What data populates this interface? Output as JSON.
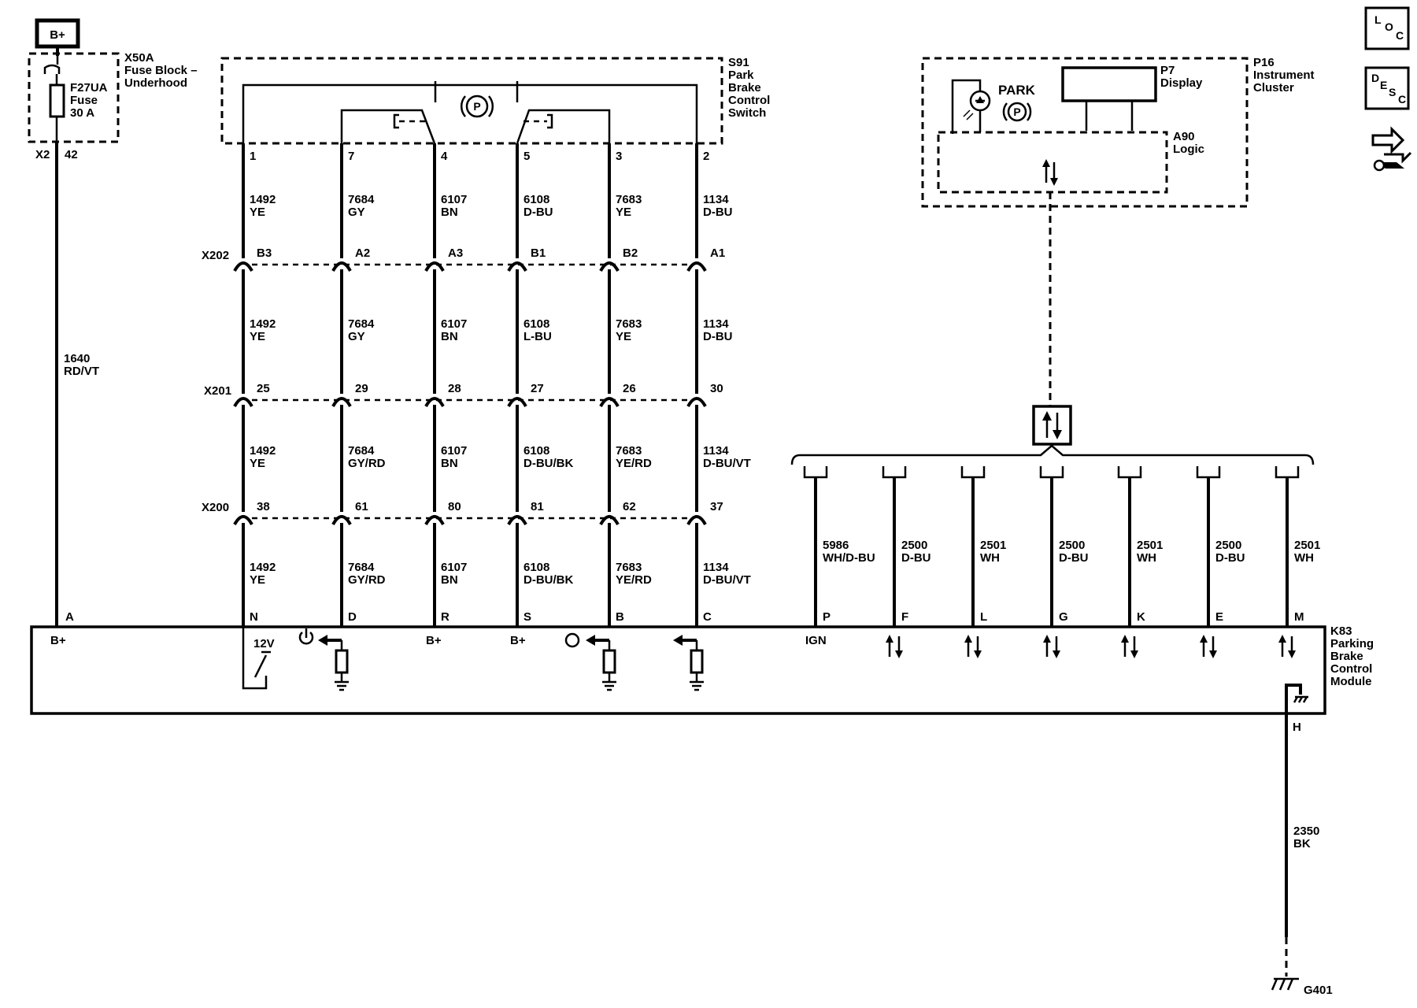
{
  "bplus_box": "B+",
  "fuse_block": {
    "lines": [
      "X50A",
      "Fuse Block –",
      "Underhood"
    ],
    "fuse_lines": [
      "F27UA",
      "Fuse",
      "30 A"
    ],
    "connector": "X2",
    "pin": "42",
    "wire": [
      "1640",
      "RD/VT"
    ]
  },
  "switch": {
    "lines": [
      "S91",
      "Park",
      "Brake",
      "Control",
      "Switch"
    ],
    "symbol": "P",
    "circuits": [
      {
        "pin": "1",
        "seg": [
          [
            "1492",
            "YE"
          ],
          [
            "1492",
            "YE"
          ],
          [
            "1492",
            "YE"
          ],
          [
            "1492",
            "YE"
          ]
        ],
        "x202": "B3",
        "x201": "25",
        "x200": "38",
        "module_pin": "N"
      },
      {
        "pin": "7",
        "seg": [
          [
            "7684",
            "GY"
          ],
          [
            "7684",
            "GY"
          ],
          [
            "7684",
            "GY/RD"
          ],
          [
            "7684",
            "GY/RD"
          ]
        ],
        "x202": "A2",
        "x201": "29",
        "x200": "61",
        "module_pin": "D"
      },
      {
        "pin": "4",
        "seg": [
          [
            "6107",
            "BN"
          ],
          [
            "6107",
            "BN"
          ],
          [
            "6107",
            "BN"
          ],
          [
            "6107",
            "BN"
          ]
        ],
        "x202": "A3",
        "x201": "28",
        "x200": "80",
        "module_pin": "R"
      },
      {
        "pin": "5",
        "seg": [
          [
            "6108",
            "D-BU"
          ],
          [
            "6108",
            "L-BU"
          ],
          [
            "6108",
            "D-BU/BK"
          ],
          [
            "6108",
            "D-BU/BK"
          ]
        ],
        "x202": "B1",
        "x201": "27",
        "x200": "81",
        "module_pin": "S"
      },
      {
        "pin": "3",
        "seg": [
          [
            "7683",
            "YE"
          ],
          [
            "7683",
            "YE"
          ],
          [
            "7683",
            "YE/RD"
          ],
          [
            "7683",
            "YE/RD"
          ]
        ],
        "x202": "B2",
        "x201": "26",
        "x200": "62",
        "module_pin": "B"
      },
      {
        "pin": "2",
        "seg": [
          [
            "1134",
            "D-BU"
          ],
          [
            "1134",
            "D-BU"
          ],
          [
            "1134",
            "D-BU/VT"
          ],
          [
            "1134",
            "D-BU/VT"
          ]
        ],
        "x202": "A1",
        "x201": "30",
        "x200": "37",
        "module_pin": "C"
      }
    ]
  },
  "connectors": {
    "x202": "X202",
    "x201": "X201",
    "x200": "X200"
  },
  "cluster": {
    "lines": [
      "P16",
      "Instrument",
      "Cluster"
    ],
    "display_lines": [
      "P7",
      "Display"
    ],
    "logic_lines": [
      "A90",
      "Logic"
    ],
    "park_label": "PARK",
    "park_symbol": "P"
  },
  "bus_circuits": [
    {
      "num": "5986",
      "color": "WH/D-BU",
      "pin": "P",
      "label": "IGN"
    },
    {
      "num": "2500",
      "color": "D-BU",
      "pin": "F"
    },
    {
      "num": "2501",
      "color": "WH",
      "pin": "L"
    },
    {
      "num": "2500",
      "color": "D-BU",
      "pin": "G"
    },
    {
      "num": "2501",
      "color": "WH",
      "pin": "K"
    },
    {
      "num": "2500",
      "color": "D-BU",
      "pin": "E"
    },
    {
      "num": "2501",
      "color": "WH",
      "pin": "M"
    }
  ],
  "module": {
    "lines": [
      "K83",
      "Parking",
      "Brake",
      "Control",
      "Module"
    ],
    "pin_a": "A",
    "bplus_labels": [
      "B+",
      "B+",
      "B+"
    ],
    "twelve_v": "12V",
    "ground_pin": "H"
  },
  "ground": {
    "wire": [
      "2350",
      "BK"
    ],
    "name": "G401"
  },
  "side_icons": [
    {
      "name": "loc",
      "letters": [
        "L",
        "O",
        "C"
      ]
    },
    {
      "name": "desc",
      "letters": [
        "D",
        "E",
        "S",
        "C"
      ]
    }
  ]
}
